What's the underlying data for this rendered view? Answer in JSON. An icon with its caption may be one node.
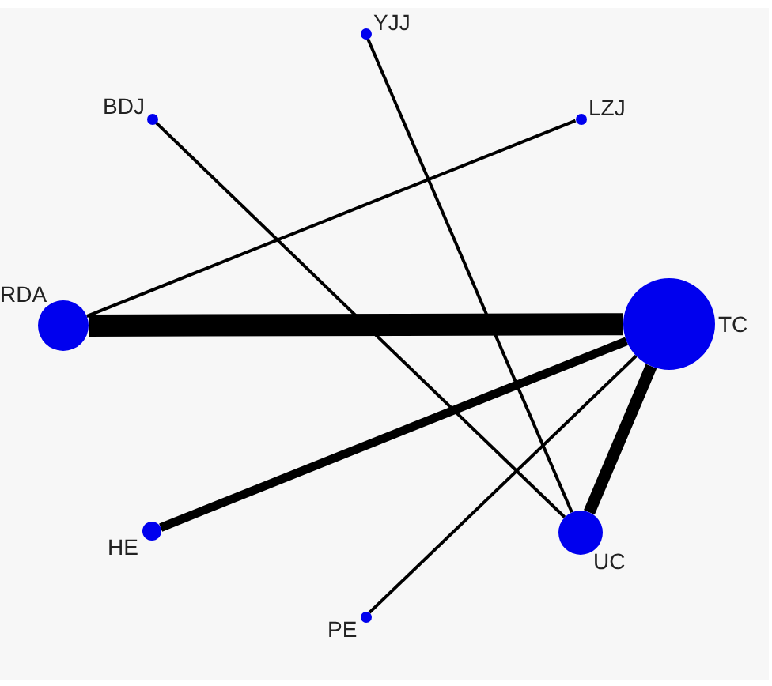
{
  "diagram": {
    "nodes": [
      {
        "text": [
          "YJJ"
        ]
      },
      {
        "text": [
          "BDJ"
        ]
      },
      {
        "text": [
          "LZJ"
        ]
      },
      {
        "text": [
          "RDA"
        ]
      },
      {
        "text": [
          "TC"
        ]
      },
      {
        "text": [
          "HE"
        ]
      },
      {
        "text": [
          "UC"
        ]
      },
      {
        "text": [
          "PE"
        ]
      }
    ],
    "edges": [
      {
        "from": 3,
        "to": 4,
        "arrow": "none",
        "style": "thick"
      },
      {
        "from": 3,
        "to": 2,
        "arrow": "none"
      },
      {
        "from": 1,
        "to": 6,
        "arrow": "none"
      },
      {
        "from": 0,
        "to": 6,
        "arrow": "none"
      },
      {
        "from": 4,
        "to": 5,
        "arrow": "none",
        "style": "thick"
      },
      {
        "from": 4,
        "to": 6,
        "arrow": "none",
        "style": "thick"
      },
      {
        "from": 4,
        "to": 7,
        "arrow": "none"
      }
    ]
  }
}
